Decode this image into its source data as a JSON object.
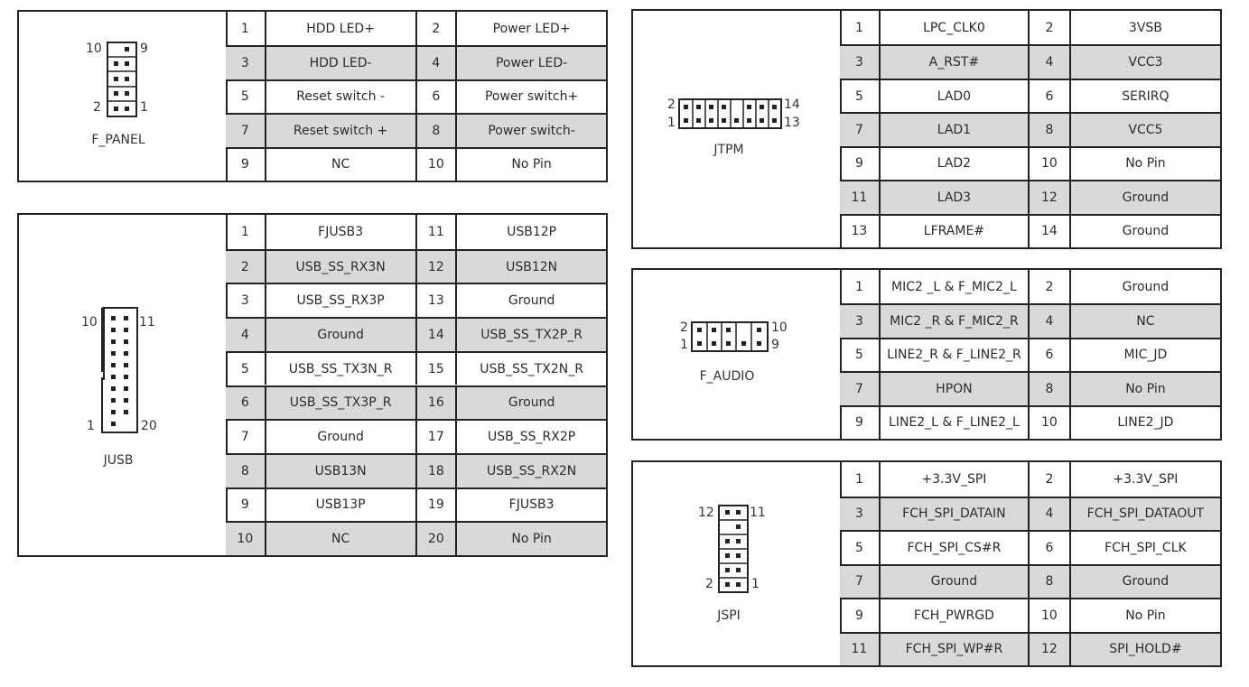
{
  "panels": [
    {
      "id": "f-panel",
      "header_name": "F_PANEL",
      "pin_labels": {
        "top_left": "10",
        "top_right": "9",
        "bottom_left": "2",
        "bottom_right": "1"
      },
      "rows": [
        [
          "1",
          "HDD LED+",
          "2",
          "Power LED+"
        ],
        [
          "3",
          "HDD LED-",
          "4",
          "Power LED-"
        ],
        [
          "5",
          "Reset switch -",
          "6",
          "Power switch+"
        ],
        [
          "7",
          "Reset switch +",
          "8",
          "Power switch-"
        ],
        [
          "9",
          "NC",
          "10",
          "No Pin"
        ]
      ]
    },
    {
      "id": "jusb",
      "header_name": "JUSB",
      "pin_labels": {
        "top_left": "10",
        "top_right": "11",
        "bottom_left": "1",
        "bottom_right": "20"
      },
      "rows": [
        [
          "1",
          "FJUSB3",
          "11",
          "USB12P"
        ],
        [
          "2",
          "USB_SS_RX3N",
          "12",
          "USB12N"
        ],
        [
          "3",
          "USB_SS_RX3P",
          "13",
          "Ground"
        ],
        [
          "4",
          "Ground",
          "14",
          "USB_SS_TX2P_R"
        ],
        [
          "5",
          "USB_SS_TX3N_R",
          "15",
          "USB_SS_TX2N_R"
        ],
        [
          "6",
          "USB_SS_TX3P_R",
          "16",
          "Ground"
        ],
        [
          "7",
          "Ground",
          "17",
          "USB_SS_RX2P"
        ],
        [
          "8",
          "USB13N",
          "18",
          "USB_SS_RX2N"
        ],
        [
          "9",
          "USB13P",
          "19",
          "FJUSB3"
        ],
        [
          "10",
          "NC",
          "20",
          "No Pin"
        ]
      ]
    },
    {
      "id": "jtpm",
      "header_name": "JTPM",
      "pin_labels": {
        "top_left": "2",
        "top_right": "14",
        "bottom_left": "1",
        "bottom_right": "13"
      },
      "rows": [
        [
          "1",
          "LPC_CLK0",
          "2",
          "3VSB"
        ],
        [
          "3",
          "A_RST#",
          "4",
          "VCC3"
        ],
        [
          "5",
          "LAD0",
          "6",
          "SERIRQ"
        ],
        [
          "7",
          "LAD1",
          "8",
          "VCC5"
        ],
        [
          "9",
          "LAD2",
          "10",
          "No Pin"
        ],
        [
          "11",
          "LAD3",
          "12",
          "Ground"
        ],
        [
          "13",
          "LFRAME#",
          "14",
          "Ground"
        ]
      ]
    },
    {
      "id": "f-audio",
      "header_name": "F_AUDIO",
      "pin_labels": {
        "top_left": "2",
        "top_right": "10",
        "bottom_left": "1",
        "bottom_right": "9"
      },
      "rows": [
        [
          "1",
          "MIC2 _L & F_MIC2_L",
          "2",
          "Ground"
        ],
        [
          "3",
          "MIC2 _R & F_MIC2_R",
          "4",
          "NC"
        ],
        [
          "5",
          "LINE2_R & F_LINE2_R",
          "6",
          "MIC_JD"
        ],
        [
          "7",
          "HPON",
          "8",
          "No Pin"
        ],
        [
          "9",
          "LINE2_L & F_LINE2_L",
          "10",
          "LINE2_JD"
        ]
      ]
    },
    {
      "id": "jspi",
      "header_name": "JSPI",
      "pin_labels": {
        "top_left": "12",
        "top_right": "11",
        "bottom_left": "2",
        "bottom_right": "1"
      },
      "rows": [
        [
          "1",
          "+3.3V_SPI",
          "2",
          "+3.3V_SPI"
        ],
        [
          "3",
          "FCH_SPI_DATAIN",
          "4",
          "FCH_SPI_DATAOUT"
        ],
        [
          "5",
          "FCH_SPI_CS#R",
          "6",
          "FCH_SPI_CLK"
        ],
        [
          "7",
          "Ground",
          "8",
          "Ground"
        ],
        [
          "9",
          "FCH_PWRGD",
          "10",
          "No Pin"
        ],
        [
          "11",
          "FCH_SPI_WP#R",
          "12",
          "SPI_HOLD#"
        ]
      ]
    }
  ]
}
